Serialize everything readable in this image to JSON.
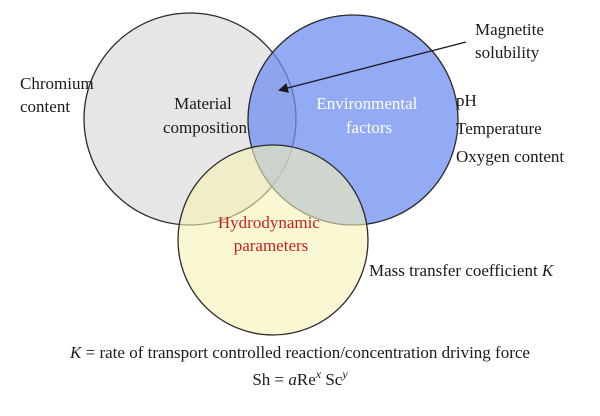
{
  "diagram": {
    "circles": {
      "material": {
        "label_line1": "Material",
        "label_line2": "composition",
        "fill": "#d9d9d9",
        "label_color": "#1a1a1a"
      },
      "environmental": {
        "label_line1": "Environmental",
        "label_line2": "factors",
        "fill": "#6f8df0",
        "label_color": "#ffffff"
      },
      "hydrodynamic": {
        "label_line1": "Hydrodynamic",
        "label_line2": "parameters",
        "fill": "#f7f3b6",
        "label_color": "#cc1f1f"
      }
    },
    "annotations": {
      "chromium_line1": "Chromium",
      "chromium_line2": "content",
      "magnetite_line1": "Magnetite",
      "magnetite_line2": "solubility",
      "env_list": [
        "pH",
        "Temperature",
        "Oxygen content"
      ],
      "mass_transfer_prefix": "Mass transfer coefficient ",
      "mass_transfer_symbol": "K"
    },
    "formula": {
      "line1_symbol": "K",
      "line1_rest": " = rate of transport controlled reaction/concentration driving force",
      "line2_sh": "Sh = ",
      "line2_a": "a",
      "line2_re": "Re",
      "line2_x": "x",
      "line2_sc": " Sc",
      "line2_y": "y"
    }
  }
}
